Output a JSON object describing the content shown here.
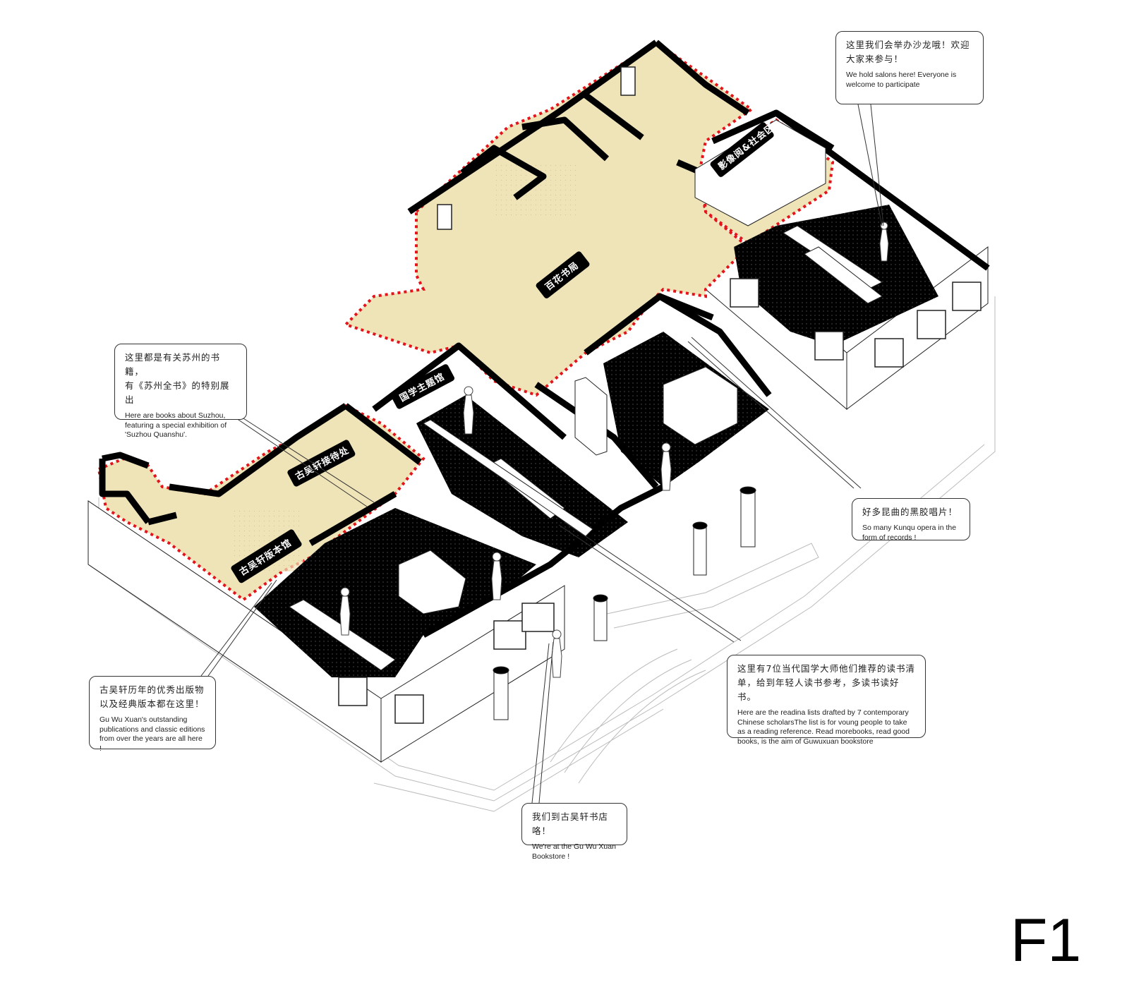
{
  "floor": "F1",
  "signs": [
    "影像阅&社会区",
    "百花书局",
    "国学主题馆",
    "古吴轩接待处",
    "古吴轩版本馆"
  ],
  "callouts": [
    {
      "id": "salon",
      "zh": "这里我们会举办沙龙哦！欢迎\n大家来参与！",
      "en": "We  hold salons here! Everyone is welcome to participate"
    },
    {
      "id": "suzhou",
      "zh": "这里都是有关苏州的书籍，\n有《苏州全书》的特别展出",
      "en": "Here are books about Suzhou, featuring a special exhibition of 'Suzhou Quanshu'."
    },
    {
      "id": "kunqu",
      "zh": "好多昆曲的黑胶唱片！",
      "en": "So many Kunqu opera in the form of records !"
    },
    {
      "id": "publications",
      "zh": "古吴轩历年的优秀出版物\n以及经典版本都在这里！",
      "en": "Gu Wu Xuan's outstanding publications and classic editions from over the years are all here !"
    },
    {
      "id": "reading",
      "zh": "这里有7位当代国学大师他们推荐的读书清\n单，给到年轻人读书参考，多读书读好书。",
      "en": "Here are the readina lists drafted by 7 contemporary Chinese scholarsThe list is for voung people to take as a reading reference. Read morebooks, read good books, is the aim of Guwuxuan bookstore"
    },
    {
      "id": "arrival",
      "zh": "我们到古吴轩书店咯！",
      "en": "We're at the Gu Wu Xuan Bookstore !"
    }
  ],
  "colors": {
    "highlight": "#efe3b8",
    "boundary": "#e3141b",
    "wall": "#000000",
    "outline": "#333333"
  }
}
